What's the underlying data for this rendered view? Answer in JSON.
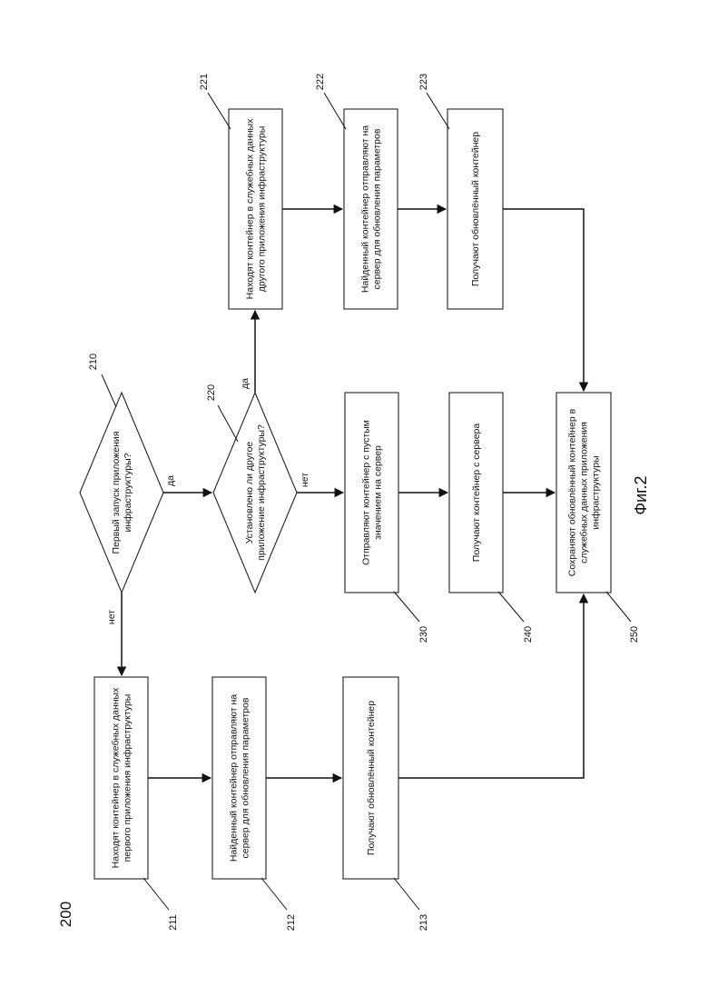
{
  "diagram_number": "200",
  "figure_caption": "Фиг.2",
  "nodes": {
    "n210": {
      "ref": "210",
      "lines": [
        "Первый запуск приложения",
        "инфраструктуры?"
      ]
    },
    "n220": {
      "ref": "220",
      "lines": [
        "Установлено ли другое",
        "приложение инфраструктуры?"
      ]
    },
    "n211": {
      "ref": "211",
      "lines": [
        "Находят контейнер в служебных данных",
        "первого приложения инфраструктуры"
      ]
    },
    "n212": {
      "ref": "212",
      "lines": [
        "Найденный контейнер отправляют на",
        "сервер для обновления параметров"
      ]
    },
    "n213": {
      "ref": "213",
      "lines": [
        "Получают обновлённый контейнер"
      ]
    },
    "n221": {
      "ref": "221",
      "lines": [
        "Находят контейнер в служебных данных",
        "другого приложения инфраструктуры"
      ]
    },
    "n222": {
      "ref": "222",
      "lines": [
        "Найденный контейнер отправляют на",
        "сервер для обновления параметров"
      ]
    },
    "n223": {
      "ref": "223",
      "lines": [
        "Получают обновлённый контейнер"
      ]
    },
    "n230": {
      "ref": "230",
      "lines": [
        "Отправляют контейнер с пустым",
        "значением на сервер"
      ]
    },
    "n240": {
      "ref": "240",
      "lines": [
        "Получают контейнер с сервера"
      ]
    },
    "n250": {
      "ref": "250",
      "lines": [
        "Сохраняют обновлённый контейнер в",
        "служебных данных приложения",
        "инфраструктуры"
      ]
    }
  },
  "edges": [
    {
      "from": "n210",
      "to": "n211",
      "label": "нет"
    },
    {
      "from": "n210",
      "to": "n220",
      "label": "да"
    },
    {
      "from": "n220",
      "to": "n221",
      "label": "да"
    },
    {
      "from": "n220",
      "to": "n230",
      "label": "нет"
    },
    {
      "from": "n211",
      "to": "n212",
      "label": ""
    },
    {
      "from": "n212",
      "to": "n213",
      "label": ""
    },
    {
      "from": "n213",
      "to": "n250",
      "label": ""
    },
    {
      "from": "n221",
      "to": "n222",
      "label": ""
    },
    {
      "from": "n222",
      "to": "n223",
      "label": ""
    },
    {
      "from": "n223",
      "to": "n250",
      "label": ""
    },
    {
      "from": "n230",
      "to": "n240",
      "label": ""
    },
    {
      "from": "n240",
      "to": "n250",
      "label": ""
    }
  ]
}
